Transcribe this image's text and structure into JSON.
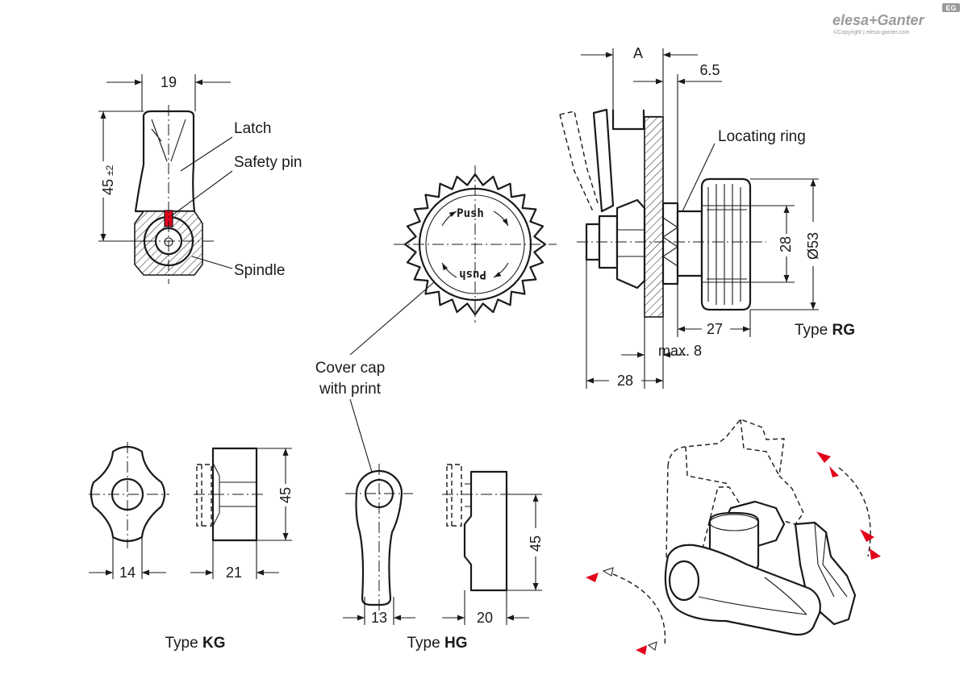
{
  "brand": {
    "logo": "elesa+Ganter",
    "badge": "EG",
    "copyright": "©Copyright | elesa-ganter.com"
  },
  "side_view": {
    "dim_width": "19",
    "dim_height": "45",
    "dim_height_tol": "±2",
    "label_latch": "Latch",
    "label_safety_pin": "Safety pin",
    "label_spindle": "Spindle"
  },
  "cover_cap": {
    "print_top": "Push",
    "print_bottom": "Push",
    "label_line1": "Cover cap",
    "label_line2": "with print"
  },
  "type_rg": {
    "dim_a": "A",
    "dim_6_5": "6.5",
    "label_locating_ring": "Locating ring",
    "dim_28_vertical": "28",
    "dim_d53": "Ø53",
    "dim_27": "27",
    "dim_max8": "max. 8",
    "dim_28_horizontal": "28",
    "type_prefix": "Type ",
    "type_code": "RG"
  },
  "type_kg": {
    "dim_14": "14",
    "dim_21": "21",
    "dim_45": "45",
    "type_prefix": "Type ",
    "type_code": "KG"
  },
  "type_hg": {
    "dim_13": "13",
    "dim_20": "20",
    "dim_45": "45",
    "type_prefix": "Type ",
    "type_code": "HG"
  },
  "colors": {
    "line": "#1a1a1a",
    "safety_pin": "#e3001b",
    "rotation_arrow": "#e3001b",
    "brand_gray": "#9a9a9a"
  }
}
